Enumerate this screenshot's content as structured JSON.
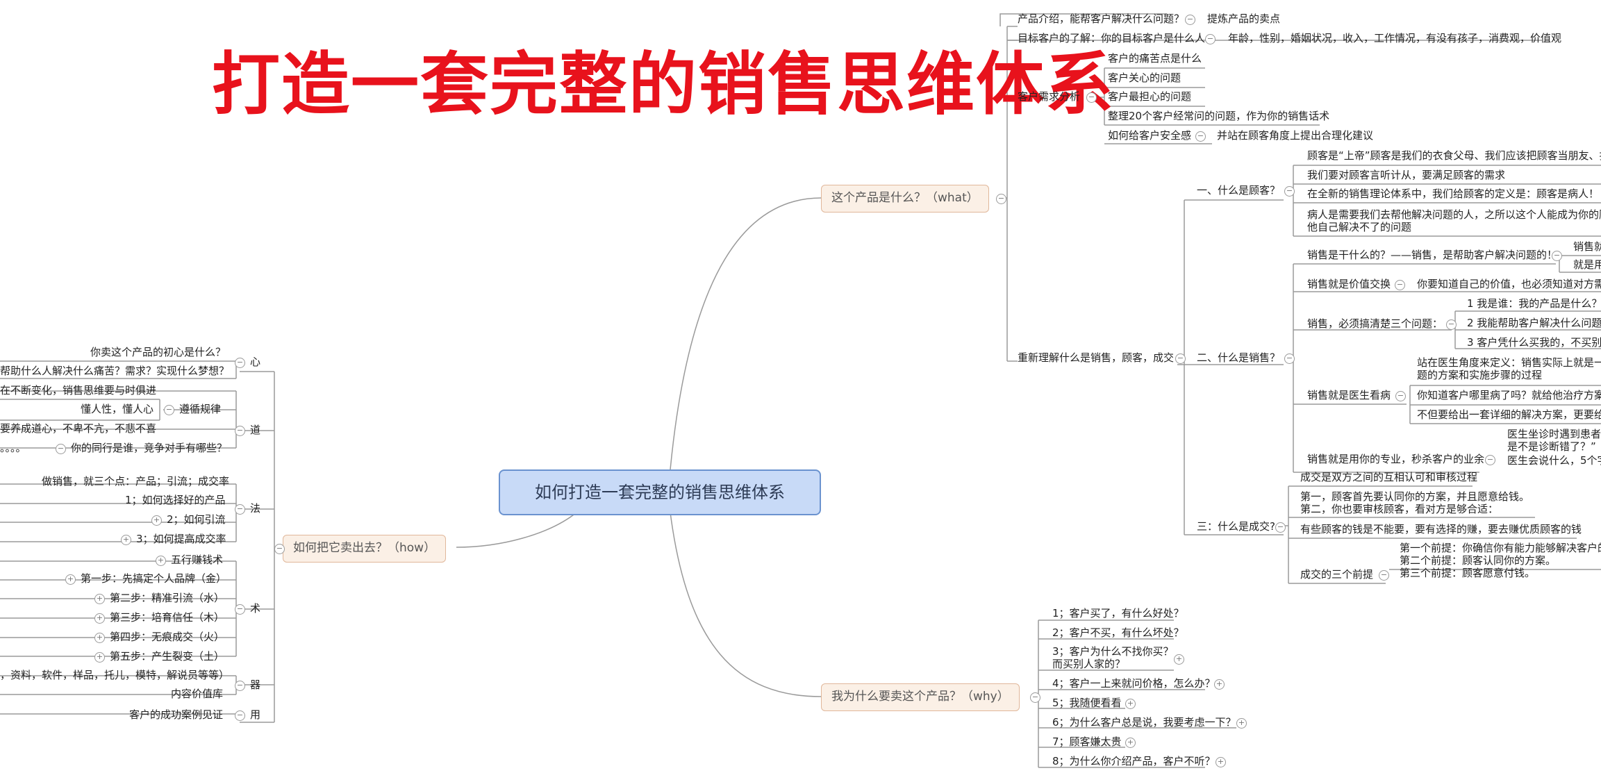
{
  "title": "打造一套完整的销售思维体系",
  "root": "如何打造一套完整的销售思维体系",
  "branches": {
    "what": "这个产品是什么？（what）",
    "why": "我为什么要卖这个产品？（why）",
    "how": "如何把它卖出去？（how）"
  },
  "what": {
    "intro": "产品介绍，能帮客户解决什么问题？",
    "intro_child": "提炼产品的卖点",
    "target": "目标客户的了解：你的目标客户是什么人",
    "target_child": "年龄，性别，婚姻状况，收入，工作情况，有没有孩子，消费观，价值观",
    "needs": "客户需求分析",
    "needs_items": [
      "客户的痛苦点是什么",
      "客户关心的问题",
      "客户最担心的问题",
      "整理20个客户经常问的问题，作为你的销售话术",
      "如何给客户安全感"
    ],
    "safety_child": "并站在顾客角度上提出合理化建议",
    "rethink": "重新理解什么是销售，顾客，成交",
    "customer": "一、什么是顾客？",
    "customer_items": [
      "顾客是“上帝”顾客是我们的衣食父母、我们应该把顾客当朋友、把顾客",
      "我们要对顾客言听计从，要满足顾客的需求",
      "在全新的销售理论体系中，我们给顾客的定义是：顾客是病人！",
      "病人是需要我们去帮他解决问题的人，之所以这个人能成为你的顾客\n他自己解决不了的问题"
    ],
    "sales": "二、什么是销售？",
    "sales_do": "销售是干什么的？——销售，是帮助客户解决问题的！",
    "sales_do_items": [
      "销售就",
      "就是用"
    ],
    "sales_value": "销售就是价值交换",
    "sales_value_child": "你要知道自己的价值，也必须知道对方需要",
    "sales_three": "销售，必须搞清楚三个问题：",
    "sales_three_items": [
      "1 我是谁：我的产品是什么？有",
      "2 我能帮助客户解决什么问题",
      "3 客户凭什么买我的，不买别人"
    ],
    "sales_doctor": "销售就是医生看病",
    "sales_doctor_items": [
      "站在医生角度来定义：销售实际上就是一个\n题的方案和实施步骤的过程",
      "你知道客户哪里病了吗？就给他治疗方案？",
      "不但要给出一套详细的解决方案，更要给出"
    ],
    "sales_pro": "销售就是用你的专业，秒杀客户的业余",
    "sales_pro_items": [
      "医生坐诊时遇到患者：\n是不是诊断错了？”",
      "医生会说什么，5个字"
    ],
    "deal": "三：什么是成交?",
    "deal_items": [
      "成交是双方之间的互相认可和审核过程",
      "第一，顾客首先要认同你的方案，并且愿意给钱。\n第二，你也要审核顾客，看对方是够合适：",
      "有些顾客的钱是不能要，要有选择的赚，要去赚优质顾客的钱"
    ],
    "deal_premise": "成交的三个前提",
    "deal_premise_child": "第一个前提：你确信你有能力能够解决客户的问\n第二个前提：顾客认同你的方案。\n第三个前提：顾客愿意付钱。"
  },
  "why": {
    "items": [
      "1；客户买了，有什么好处？",
      "2；客户不买，有什么坏处？",
      "3；客户为什么不找你买？\n而买别人家的？",
      "4；客户一上来就问价格，怎么办？",
      "5；我随便看看",
      "6；为什么客户总是说，我要考虑一下？",
      "7；顾客嫌太贵",
      "8；为什么你介绍产品，客户不听？"
    ]
  },
  "how": {
    "xin": "心",
    "xin_items": [
      "你卖这个产品的初心是什么？",
      "帮助什么人解决什么痛苦？需求？实现什么梦想？"
    ],
    "dao": "道",
    "dao_items": [
      "在不断变化，销售思维要与时俱进",
      "遵循规律",
      "要养成道心，不卑不亢，不悲不喜",
      "你的同行是谁，竞争对手有哪些？"
    ],
    "dao_rule_child": "懂人性，懂人心",
    "dao_peer_prefix": "。。。。",
    "fa": "法",
    "fa_items": [
      "做销售，就三个点：产品；引流；成交率",
      "1；如何选择好的产品",
      "2；如何引流",
      "3；如何提高成交率"
    ],
    "shu": "术",
    "shu_items": [
      "五行赚钱术",
      "第一步：先搞定个人品牌（金）",
      "第二步：精准引流（水）",
      "第三步：培育信任（木）",
      "第四步：无痕成交（火）",
      "第五步：产生裂变（土）"
    ],
    "qi": "器",
    "qi_items": [
      "，资料，软件，样品，托儿，模特，解说员等等）",
      "内容价值库"
    ],
    "yong": "用",
    "yong_items": [
      "客户的成功案例见证"
    ]
  }
}
